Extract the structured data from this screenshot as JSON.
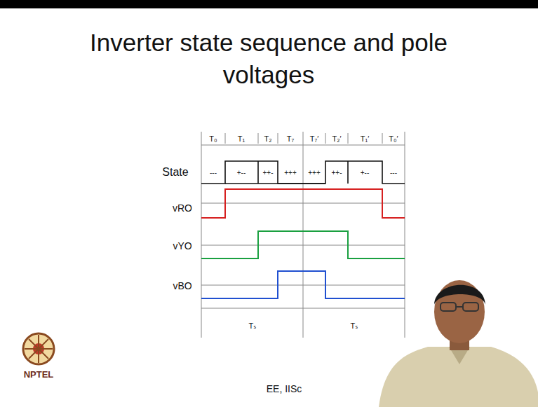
{
  "diagram": {
    "title": "Inverter state sequence and pole voltages",
    "labels": [
      "T₀",
      "T₁",
      "T₂",
      "T₇",
      "T₇′",
      "T₂′",
      "T₁′",
      "T₀′",
      "State",
      "---",
      "+--",
      "++-",
      "+++",
      "+++",
      "++-",
      "+--",
      "---",
      "vRO",
      "vYO",
      "vBO",
      "Tₛ",
      "Tₛ",
      "NPTEL",
      "EE, IISc"
    ]
  }
}
